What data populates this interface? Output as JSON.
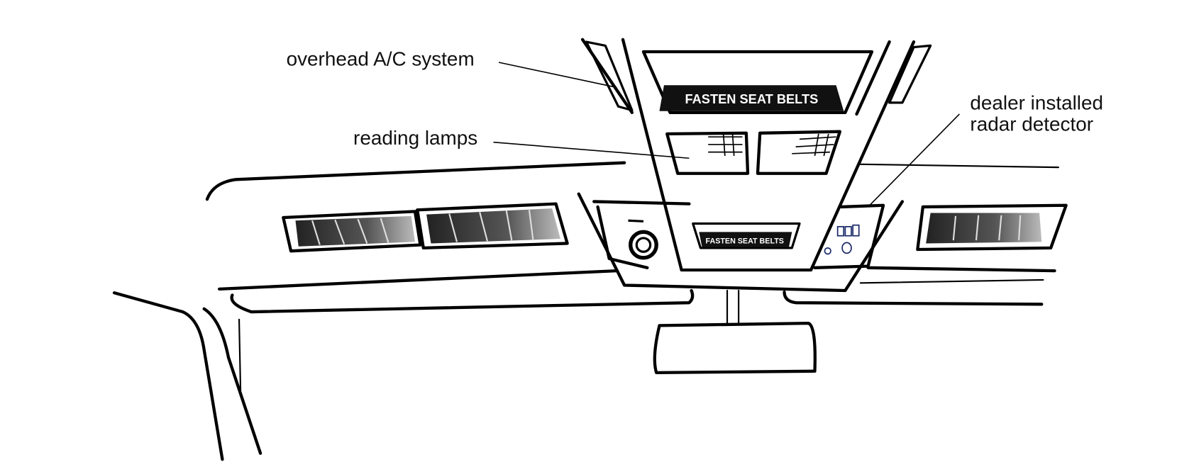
{
  "labels": {
    "overhead_ac": "overhead A/C system",
    "reading_lamps": "reading lamps",
    "radar_line1": "dealer installed",
    "radar_line2": "radar detector"
  },
  "signs": {
    "large": "FASTEN SEAT BELTS",
    "small": "FASTEN SEAT BELTS"
  }
}
